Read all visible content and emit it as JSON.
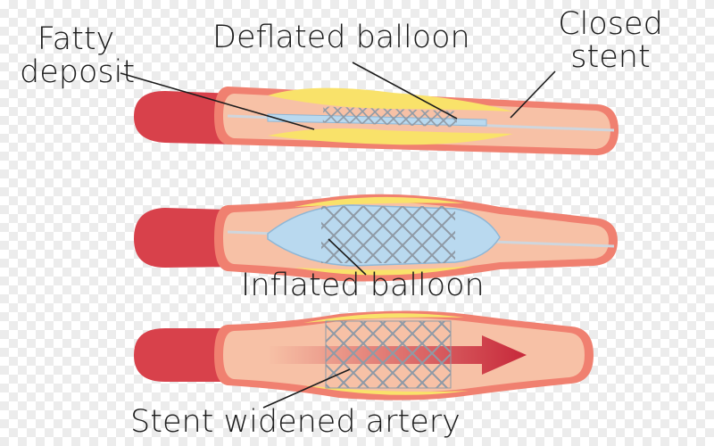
{
  "labels": {
    "fatty_deposit": "Fatty\ndeposit",
    "deflated_balloon": "Deflated balloon",
    "closed_stent": "Closed\nstent",
    "inflated_balloon": "Inflated balloon",
    "stent_widened_artery": "Stent widened artery"
  },
  "colors": {
    "artery_outer": "#d8414b",
    "artery_wall": "#f08070",
    "lumen": "#f7c1a6",
    "plaque": "#f9e26a",
    "balloon": "#b9d9ef",
    "stent": "#8f9aa6",
    "arrow": "#c7283a",
    "leader_line": "#1c1c1c"
  }
}
